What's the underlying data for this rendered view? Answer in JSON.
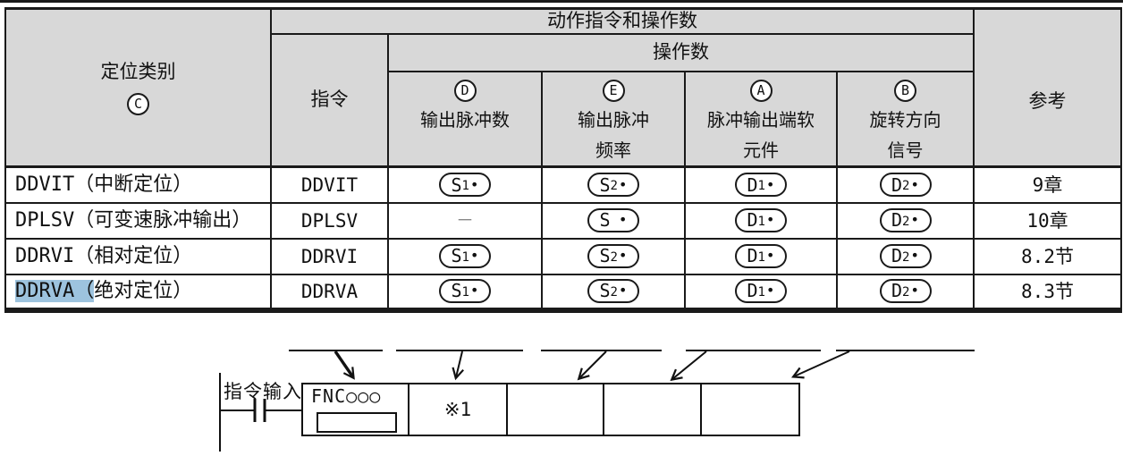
{
  "colors": {
    "header_bg": "#d8d8d8",
    "line": "#1a1a1a",
    "selection_highlight": "#9dc3de"
  },
  "table": {
    "category_header": {
      "title": "定位类别",
      "badge": "C"
    },
    "group_header": "动作指令和操作数",
    "operands_header": "操作数",
    "instruction_header": "指令",
    "reference_header": "参考",
    "operand_columns": [
      {
        "badge": "D",
        "line1": "输出脉冲数",
        "line2": ""
      },
      {
        "badge": "E",
        "line1": "输出脉冲",
        "line2": "频率"
      },
      {
        "badge": "A",
        "line1": "脉冲输出端软",
        "line2": "元件"
      },
      {
        "badge": "B",
        "line1": "旋转方向",
        "line2": "信号"
      }
    ],
    "rows": [
      {
        "name_hl": "",
        "name_rest": "DDVIT（中断定位）",
        "instruction": "DDVIT",
        "ops": [
          {
            "main": "S",
            "sub": "1",
            "dot": "•"
          },
          {
            "main": "S",
            "sub": "2",
            "dot": "•"
          },
          {
            "main": "D",
            "sub": "1",
            "dot": "•"
          },
          {
            "main": "D",
            "sub": "2",
            "dot": "•"
          }
        ],
        "reference": "9章"
      },
      {
        "name_hl": "",
        "name_rest": "DPLSV（可变速脉冲输出）",
        "instruction": "DPLSV",
        "ops": [
          {
            "dash": "－"
          },
          {
            "main": "S",
            "sub": " ",
            "dot": "•"
          },
          {
            "main": "D",
            "sub": "1",
            "dot": "•"
          },
          {
            "main": "D",
            "sub": "2",
            "dot": "•"
          }
        ],
        "reference": "10章"
      },
      {
        "name_hl": "",
        "name_rest": "DDRVI（相对定位）",
        "instruction": "DDRVI",
        "ops": [
          {
            "main": "S",
            "sub": "1",
            "dot": "•"
          },
          {
            "main": "S",
            "sub": "2",
            "dot": "•"
          },
          {
            "main": "D",
            "sub": "1",
            "dot": "•"
          },
          {
            "main": "D",
            "sub": "2",
            "dot": "•"
          }
        ],
        "reference": "8.2节"
      },
      {
        "name_hl": "DDRVA（",
        "name_rest": "绝对定位）",
        "instruction": "DDRVA",
        "ops": [
          {
            "main": "S",
            "sub": "1",
            "dot": "•"
          },
          {
            "main": "S",
            "sub": "2",
            "dot": "•"
          },
          {
            "main": "D",
            "sub": "1",
            "dot": "•"
          },
          {
            "main": "D",
            "sub": "2",
            "dot": "•"
          }
        ],
        "reference": "8.3节"
      }
    ]
  },
  "diagram": {
    "input_label": "指令输入",
    "fnc_label": "FNC○○○",
    "note": "※1"
  }
}
